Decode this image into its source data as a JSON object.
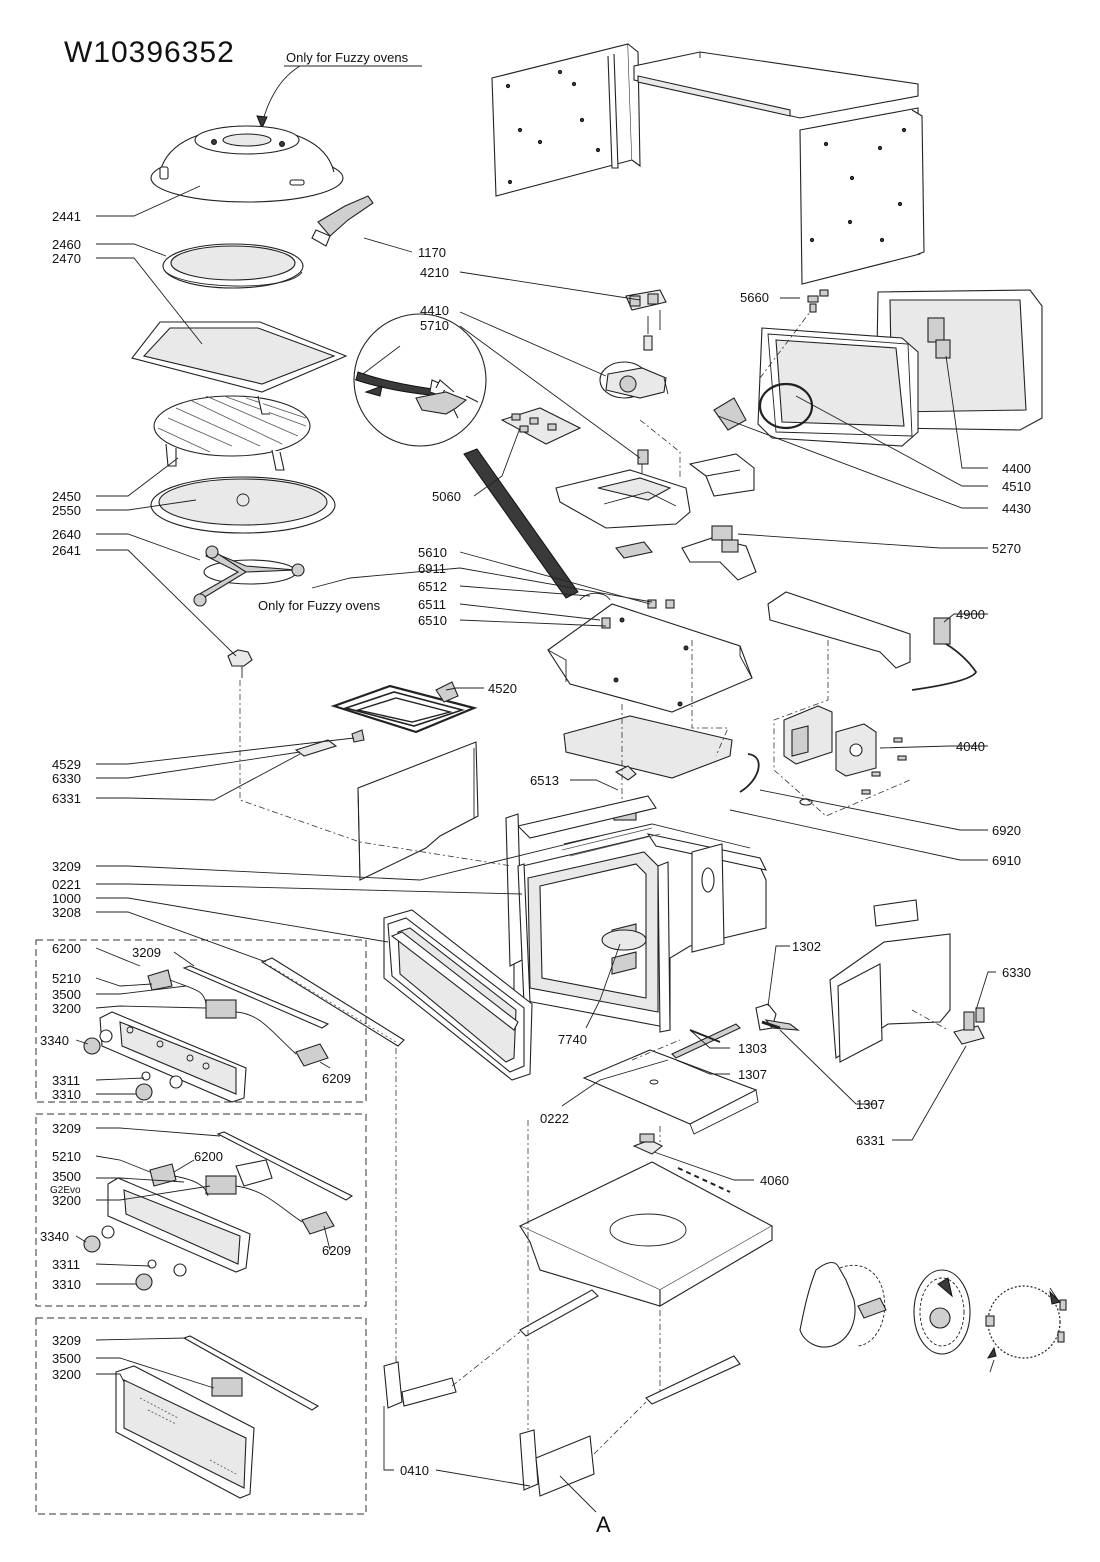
{
  "title": "W10396352",
  "notes": {
    "fuzzy_top": "Only for Fuzzy ovens",
    "fuzzy_mid": "Only for Fuzzy ovens",
    "view_marker": "A"
  },
  "callouts": [
    {
      "id": "2441",
      "text": "2441"
    },
    {
      "id": "2460",
      "text": "2460"
    },
    {
      "id": "2470",
      "text": "2470"
    },
    {
      "id": "1170",
      "text": "1170"
    },
    {
      "id": "4210",
      "text": "4210"
    },
    {
      "id": "4410",
      "text": "4410"
    },
    {
      "id": "5710",
      "text": "5710"
    },
    {
      "id": "5660",
      "text": "5660"
    },
    {
      "id": "2450",
      "text": "2450"
    },
    {
      "id": "2550",
      "text": "2550"
    },
    {
      "id": "2640",
      "text": "2640"
    },
    {
      "id": "2641",
      "text": "2641"
    },
    {
      "id": "5060",
      "text": "5060"
    },
    {
      "id": "4400",
      "text": "4400"
    },
    {
      "id": "4510",
      "text": "4510"
    },
    {
      "id": "4430",
      "text": "4430"
    },
    {
      "id": "5270",
      "text": "5270"
    },
    {
      "id": "5610",
      "text": "5610"
    },
    {
      "id": "6911",
      "text": "6911"
    },
    {
      "id": "6512",
      "text": "6512"
    },
    {
      "id": "6511",
      "text": "6511"
    },
    {
      "id": "6510",
      "text": "6510"
    },
    {
      "id": "4900",
      "text": "4900"
    },
    {
      "id": "4520",
      "text": "4520"
    },
    {
      "id": "4529",
      "text": "4529"
    },
    {
      "id": "6330a",
      "text": "6330"
    },
    {
      "id": "6331a",
      "text": "6331"
    },
    {
      "id": "4040",
      "text": "4040"
    },
    {
      "id": "6513",
      "text": "6513"
    },
    {
      "id": "6920",
      "text": "6920"
    },
    {
      "id": "6910",
      "text": "6910"
    },
    {
      "id": "3209a",
      "text": "3209"
    },
    {
      "id": "0221",
      "text": "0221"
    },
    {
      "id": "1000",
      "text": "1000"
    },
    {
      "id": "3208",
      "text": "3208"
    },
    {
      "id": "6200a",
      "text": "6200"
    },
    {
      "id": "3209b",
      "text": "3209"
    },
    {
      "id": "5210a",
      "text": "5210"
    },
    {
      "id": "3500a",
      "text": "3500"
    },
    {
      "id": "3200a",
      "text": "3200"
    },
    {
      "id": "3340a",
      "text": "3340"
    },
    {
      "id": "6209a",
      "text": "6209"
    },
    {
      "id": "3311a",
      "text": "3311"
    },
    {
      "id": "3310a",
      "text": "3310"
    },
    {
      "id": "1302",
      "text": "1302"
    },
    {
      "id": "6330b",
      "text": "6330"
    },
    {
      "id": "7740",
      "text": "7740"
    },
    {
      "id": "1303",
      "text": "1303"
    },
    {
      "id": "1307a",
      "text": "1307"
    },
    {
      "id": "1307b",
      "text": "1307"
    },
    {
      "id": "0222",
      "text": "0222"
    },
    {
      "id": "6331b",
      "text": "6331"
    },
    {
      "id": "4060",
      "text": "4060"
    },
    {
      "id": "3209c",
      "text": "3209"
    },
    {
      "id": "5210b",
      "text": "5210"
    },
    {
      "id": "6200b",
      "text": "6200"
    },
    {
      "id": "3500b",
      "text": "3500"
    },
    {
      "id": "g2evo",
      "text": "G2Evo"
    },
    {
      "id": "3200b",
      "text": "3200"
    },
    {
      "id": "3340b",
      "text": "3340"
    },
    {
      "id": "6209b",
      "text": "6209"
    },
    {
      "id": "3311b",
      "text": "3311"
    },
    {
      "id": "3310b",
      "text": "3310"
    },
    {
      "id": "3209d",
      "text": "3209"
    },
    {
      "id": "3500c",
      "text": "3500"
    },
    {
      "id": "3200c",
      "text": "3200"
    },
    {
      "id": "0410",
      "text": "0410"
    }
  ]
}
